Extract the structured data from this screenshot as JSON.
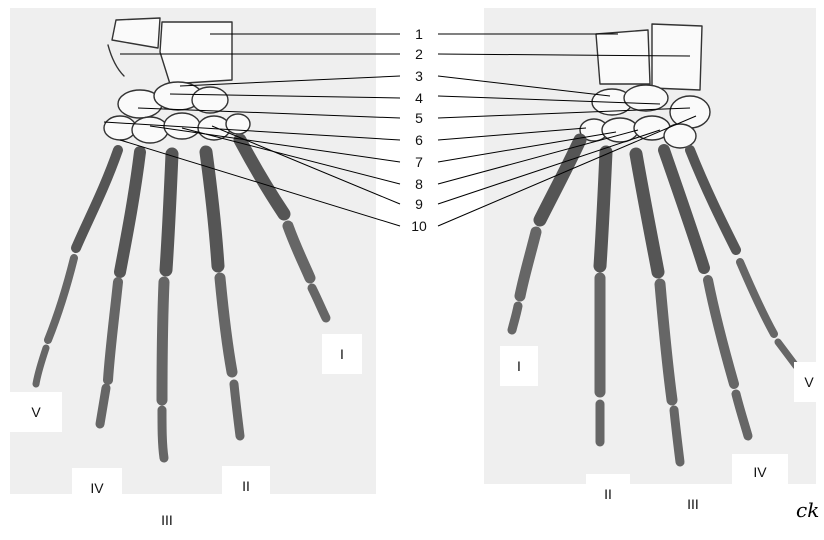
{
  "diagram": {
    "callout_numbers": [
      "1",
      "2",
      "3",
      "4",
      "5",
      "6",
      "7",
      "8",
      "9",
      "10"
    ],
    "left_hand": {
      "digits": {
        "I": "I",
        "II": "II",
        "III": "III",
        "IV": "IV",
        "V": "V"
      }
    },
    "right_hand": {
      "digits": {
        "I": "I",
        "II": "II",
        "III": "III",
        "IV": "IV",
        "V": "V"
      }
    },
    "signature": "ck"
  }
}
